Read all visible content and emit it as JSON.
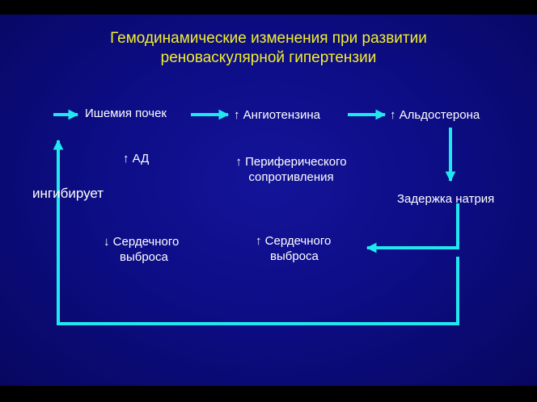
{
  "slide": {
    "title_line1": "Гемодинамические изменения при развитии",
    "title_line2": "реноваскулярной гипертензии"
  },
  "diagram": {
    "nodes": {
      "ischemia": "Ишемия почек",
      "angiotensin": "↑ Ангиотензина",
      "aldosterone": "↑ Альдостерона",
      "bp": "↑ АД",
      "resistance_line1": "↑ Периферического",
      "resistance_line2": "сопротивления",
      "inhibits": "ингибирует",
      "sodium": "Задержка натрия",
      "output_down_line1": "↓  Сердечного",
      "output_down_line2": "выброса",
      "output_up_line1": "↑ Сердечного",
      "output_up_line2": "выброса"
    },
    "colors": {
      "background": "#0d0d86",
      "title": "#f2ee2a",
      "text": "#ffffff",
      "arrow": "#20e8f0"
    }
  }
}
